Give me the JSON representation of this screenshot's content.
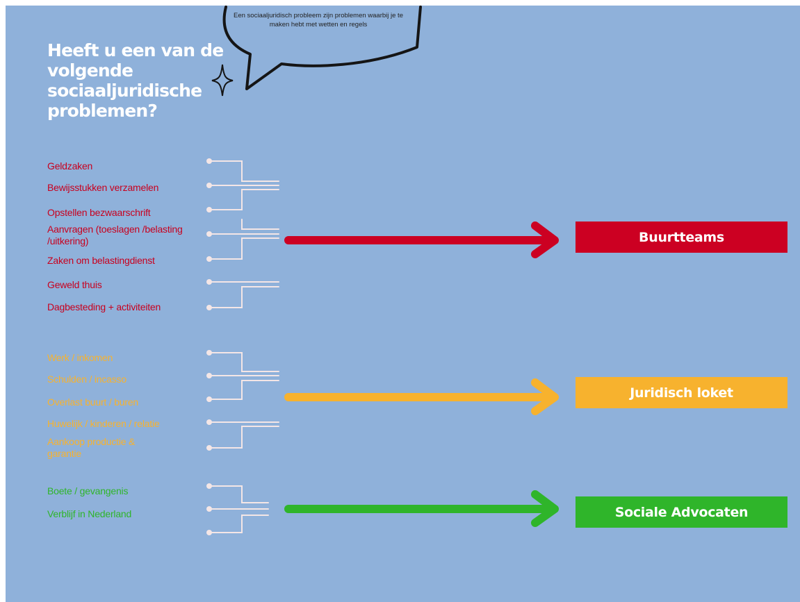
{
  "title": "Heeft u een van de volgende sociaaljuridische problemen?",
  "bubble_text": "Een sociaaljuridisch probleem zijn problemen waarbij je te maken hebt met wetten en regels",
  "colors": {
    "background": "#8fb1da",
    "red": "#cc0022",
    "orange": "#f7b22e",
    "green": "#2fb52a",
    "connector": "#f4e6e6"
  },
  "groups": {
    "red": {
      "items": [
        "Geldzaken",
        "Bewijsstukken verzamelen",
        "Opstellen bezwaarschrift",
        "Aanvragen (toeslagen /belasting /uitkering)",
        "Zaken om belastingdienst",
        "Geweld thuis",
        "Dagbesteding + activiteiten"
      ],
      "target": "Buurtteams"
    },
    "orange": {
      "items": [
        "Werk / inkomen",
        "Schulden / incasso",
        "Overlast buurt / buren",
        "Huwelijk / kinderen / relatie",
        "Aankoop productie & garantie"
      ],
      "target": "Juridisch loket"
    },
    "green": {
      "items": [
        "Boete / gevangenis",
        "Verblijf in Nederland"
      ],
      "target": "Sociale Advocaten"
    }
  }
}
